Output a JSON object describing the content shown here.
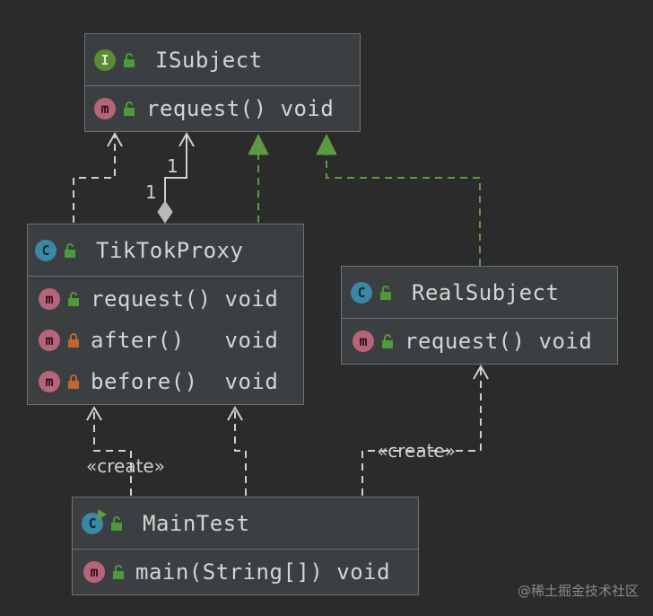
{
  "colors": {
    "background": "#2b2b2b",
    "box_fill": "#3c3f41",
    "box_border": "#6e7072",
    "dependency_line": "#cfcfcf",
    "realization_line": "#5d9a43",
    "interface_badge": "#5a8a36",
    "class_badge": "#3b88a4",
    "method_badge": "#b56479",
    "public_lock": "#4e9a3a",
    "private_lock": "#c0662c"
  },
  "icons": {
    "interface": "interface-badge-icon",
    "class": "class-badge-icon",
    "runnable_class": "runnable-class-badge-icon",
    "method": "method-badge-icon",
    "public": "open-lock-icon",
    "private": "closed-lock-icon"
  },
  "classes": {
    "isubject": {
      "name": "ISubject",
      "badge": "I",
      "methods": [
        {
          "badge": "m",
          "signature": "request() void",
          "visibility": "public"
        }
      ]
    },
    "tiktokproxy": {
      "name": "TikTokProxy",
      "badge": "C",
      "methods": [
        {
          "badge": "m",
          "signature": "request() void",
          "visibility": "public"
        },
        {
          "badge": "m",
          "signature": "after()   void",
          "visibility": "private"
        },
        {
          "badge": "m",
          "signature": "before()  void",
          "visibility": "private"
        }
      ]
    },
    "realsubject": {
      "name": "RealSubject",
      "badge": "C",
      "methods": [
        {
          "badge": "m",
          "signature": "request() void",
          "visibility": "public"
        }
      ]
    },
    "maintest": {
      "name": "MainTest",
      "badge": "C",
      "methods": [
        {
          "badge": "m",
          "signature": "main(String[]) void",
          "visibility": "public"
        }
      ]
    }
  },
  "relations": {
    "create_left": "«create»",
    "create_right": "«create»",
    "multiplicity_target": "1",
    "multiplicity_source": "1"
  },
  "watermark": "@稀土掘金技术社区"
}
